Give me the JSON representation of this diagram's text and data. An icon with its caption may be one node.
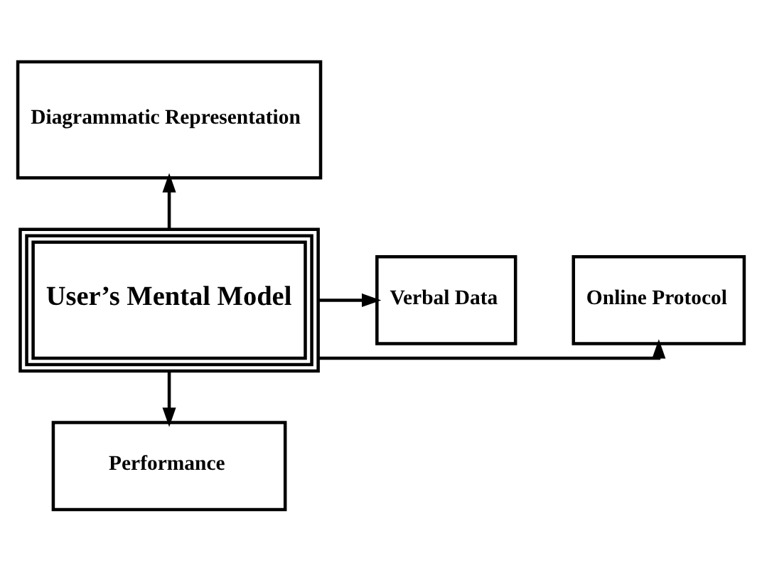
{
  "diagram": {
    "nodes": [
      {
        "text": [
          "Diagrammatic Representation"
        ]
      },
      {
        "text": [
          "Online Protocol"
        ]
      },
      {
        "text": [
          "User’s Mental Model"
        ]
      },
      {
        "text": [
          "Verbal Data"
        ]
      },
      {
        "text": [
          "Performance"
        ]
      }
    ],
    "edges": [
      {
        "from": 2,
        "to": 0,
        "arrow": "to"
      },
      {
        "from": 2,
        "to": 1,
        "arrow": "to"
      },
      {
        "from": 2,
        "to": 3,
        "arrow": "to"
      },
      {
        "from": 2,
        "to": 4,
        "arrow": "to"
      }
    ]
  }
}
